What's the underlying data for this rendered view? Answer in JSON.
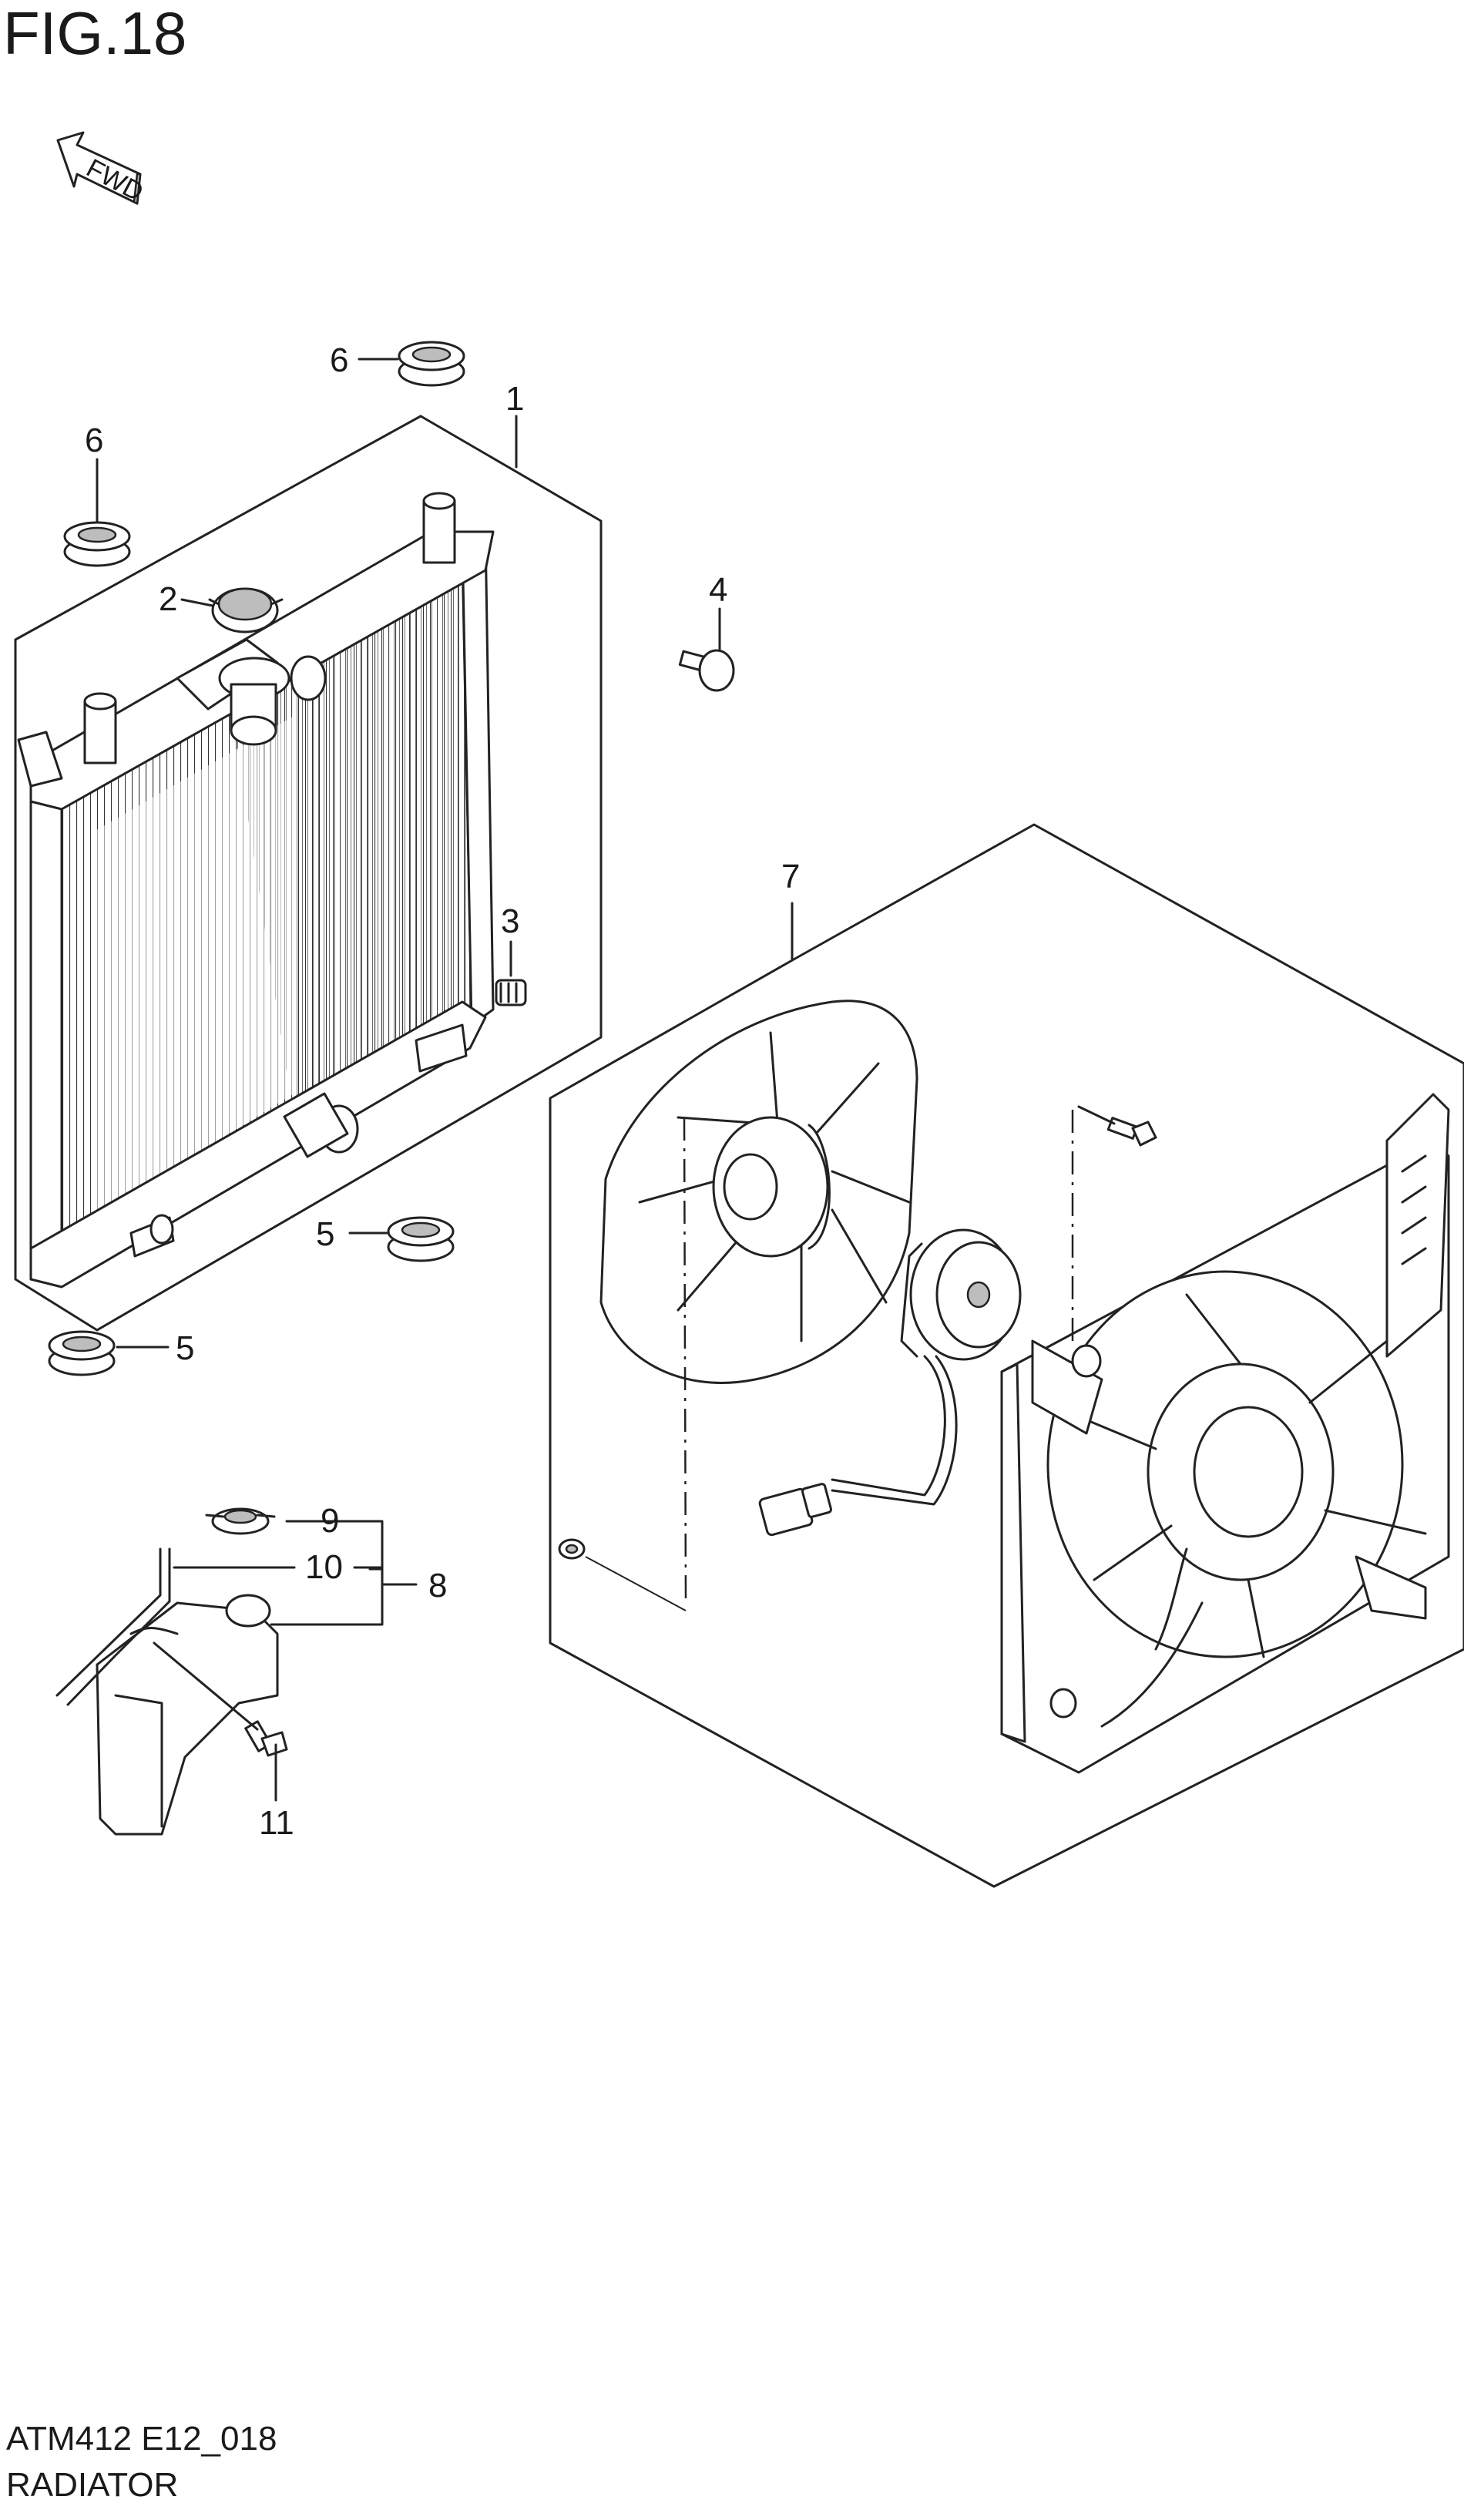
{
  "figure": {
    "title": "FIG.18",
    "code": "ATM412 E12_018",
    "name": "RADIATOR",
    "fwd_label": "FWD"
  },
  "callouts": [
    "1",
    "2",
    "3",
    "4",
    "5",
    "5",
    "6",
    "6",
    "7",
    "8",
    "9",
    "10",
    "11"
  ]
}
